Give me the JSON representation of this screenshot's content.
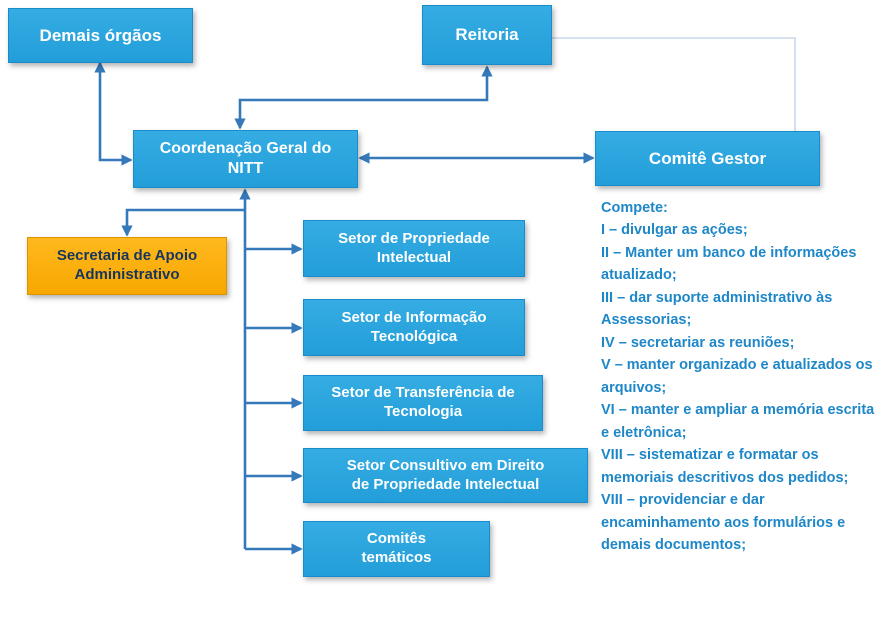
{
  "nodes": {
    "demais_orgaos": {
      "label": "Demais órgãos"
    },
    "reitoria": {
      "label": "Reitoria"
    },
    "coordenacao": {
      "label": "Coordenação Geral do NITT"
    },
    "comite_gestor": {
      "label": "Comitê Gestor"
    },
    "secretaria": {
      "label": "Secretaria de Apoio Administrativo"
    },
    "setor_propriedade": {
      "label": "Setor de Propriedade Intelectual"
    },
    "setor_informacao": {
      "label": "Setor de Informação Tecnológica"
    },
    "setor_transferencia": {
      "label": "Setor de Transferência de Tecnologia"
    },
    "setor_consultivo": {
      "label": "Setor Consultivo em Direito de Propriedade Intelectual"
    },
    "comites_tematicos": {
      "label": "Comitês temáticos"
    }
  },
  "compete": {
    "title": "Compete:",
    "items": [
      "I – divulgar as ações;",
      "II – Manter um banco de informações atualizado;",
      "III – dar suporte administrativo às Assessorias;",
      "IV – secretariar as reuniões;",
      "V – manter organizado e atualizados os arquivos;",
      "VI – manter e ampliar a memória escrita e eletrônica;",
      "VIII – sistematizar e formatar os memoriais descritivos dos pedidos;",
      "VIII – providenciar e dar encaminhamento aos formulários e demais documentos;"
    ]
  },
  "colors": {
    "box_blue": "#2AA4DD",
    "box_blue_border": "#1B8CCB",
    "box_orange": "#FBAD0C",
    "box_orange_border": "#D99400",
    "box_orange_text": "#17365D",
    "arrow_blue": "#3579BA",
    "faint_connector": "#C9D8E9",
    "compete_text": "#1E87C8",
    "box_text": "#FFFFFF"
  }
}
